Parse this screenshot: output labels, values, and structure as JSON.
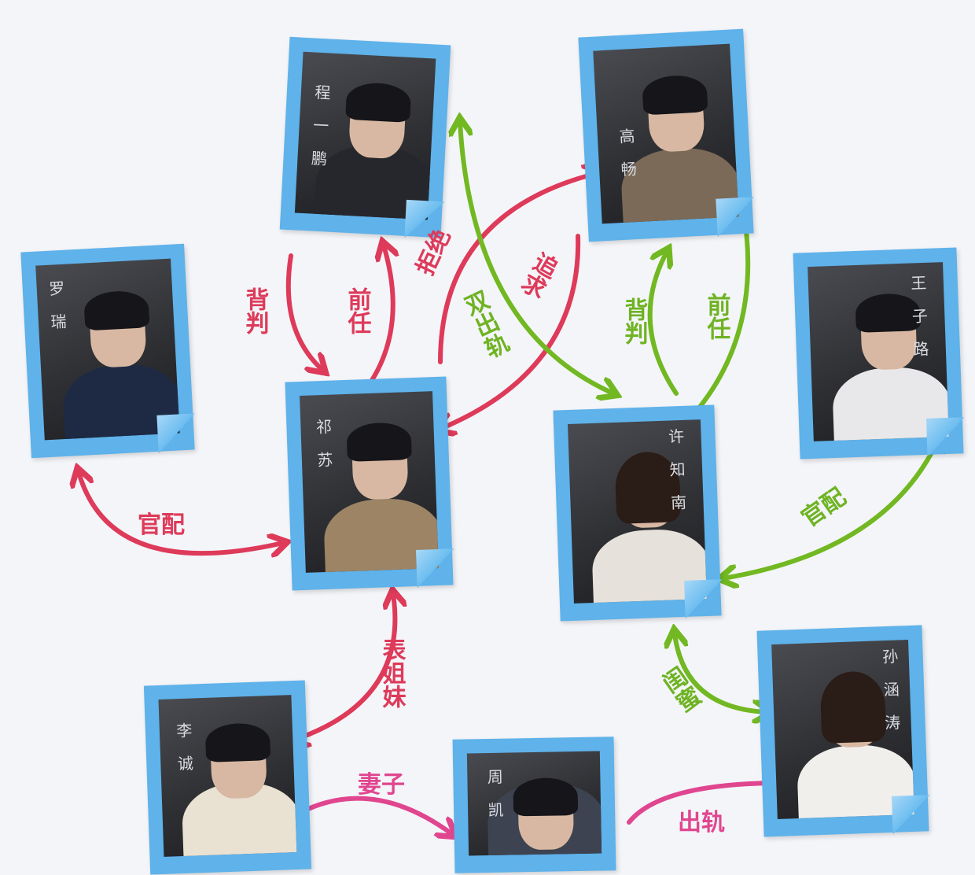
{
  "characters": [
    {
      "id": "cheng",
      "name": "程一鹏"
    },
    {
      "id": "gao",
      "name": "高畅"
    },
    {
      "id": "luo",
      "name": "罗瑞"
    },
    {
      "id": "wang",
      "name": "王子路"
    },
    {
      "id": "qi",
      "name": "祁苏"
    },
    {
      "id": "xu",
      "name": "许知南"
    },
    {
      "id": "sun",
      "name": "孙涵涛"
    },
    {
      "id": "li",
      "name": "李诚"
    },
    {
      "id": "zhou",
      "name": "周凯"
    }
  ],
  "relations": [
    {
      "label": "背判",
      "color": "#de3a5a"
    },
    {
      "label": "前任",
      "color": "#de3a5a"
    },
    {
      "label": "拒绝",
      "color": "#de3a5a"
    },
    {
      "label": "双出轨",
      "color": "#6fb323"
    },
    {
      "label": "追求",
      "color": "#de3a5a"
    },
    {
      "label": "背判",
      "color": "#6fb323"
    },
    {
      "label": "前任",
      "color": "#6fb323"
    },
    {
      "label": "官配",
      "color": "#de3a5a"
    },
    {
      "label": "官配",
      "color": "#6fb323"
    },
    {
      "label": "表姐妹",
      "color": "#de3a5a"
    },
    {
      "label": "闺蜜",
      "color": "#6fb323"
    },
    {
      "label": "妻子",
      "color": "#e0468f"
    },
    {
      "label": "出轨",
      "color": "#e0468f"
    }
  ]
}
